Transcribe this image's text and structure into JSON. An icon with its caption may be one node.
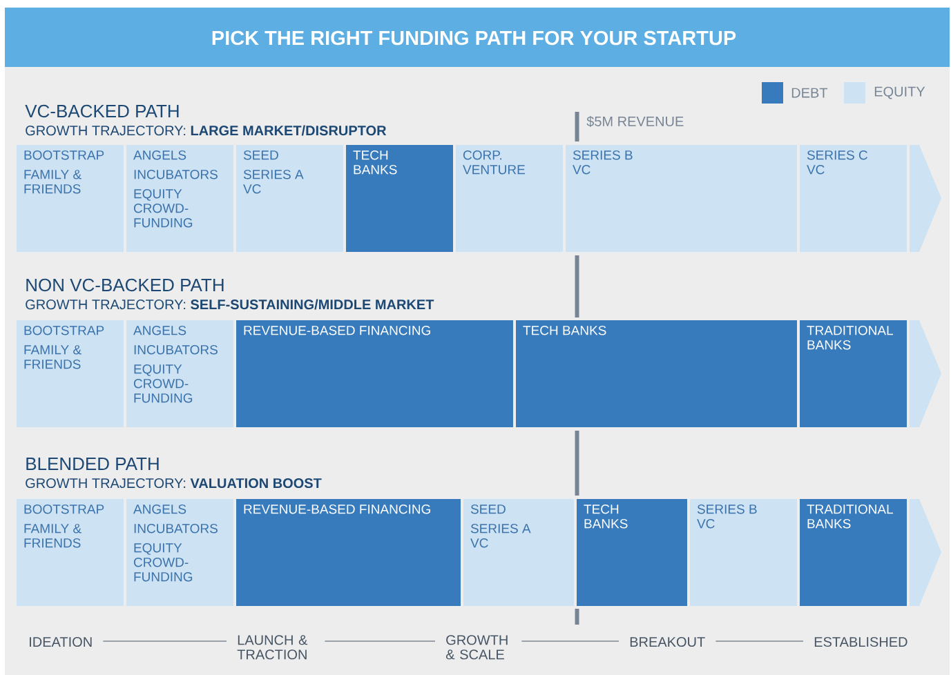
{
  "diagram": {
    "title": "PICK THE RIGHT FUNDING PATH FOR YOUR STARTUP",
    "nodes": [
      {
        "text": [
          "BOOTSTRAP",
          "FAMILY & FRIENDS"
        ]
      },
      {
        "text": [
          "ANGELS",
          "INCUBATORS",
          "EQUITY CROWD-FUNDING"
        ]
      },
      {
        "text": [
          "SEED",
          "SERIES A VC"
        ]
      },
      {
        "text": [
          "TECH BANKS"
        ]
      },
      {
        "text": [
          "CORP. VENTURE"
        ]
      },
      {
        "text": [
          "SERIES B VC"
        ]
      },
      {
        "text": [
          "SERIES C VC"
        ]
      },
      {
        "text": [
          "BOOTSTRAP",
          "FAMILY & FRIENDS"
        ]
      },
      {
        "text": [
          "ANGELS",
          "INCUBATORS",
          "EQUITY CROWD-FUNDING"
        ]
      },
      {
        "text": [
          "REVENUE-BASED FINANCING"
        ]
      },
      {
        "text": [
          "TECH BANKS"
        ]
      },
      {
        "text": [
          "TRADITIONAL BANKS"
        ]
      },
      {
        "text": [
          "BOOTSTRAP",
          "FAMILY & FRIENDS"
        ]
      },
      {
        "text": [
          "ANGELS",
          "INCUBATORS",
          "EQUITY CROWD-FUNDING"
        ]
      },
      {
        "text": [
          "REVENUE-BASED FINANCING"
        ]
      },
      {
        "text": [
          "SEED",
          "SERIES A VC"
        ]
      },
      {
        "text": [
          "TECH BANKS"
        ]
      },
      {
        "text": [
          "SERIES B VC"
        ]
      },
      {
        "text": [
          "TRADITIONAL BANKS"
        ]
      },
      {
        "text": [
          "IDEATION"
        ]
      },
      {
        "text": [
          "LAUNCH & TRACTION"
        ]
      },
      {
        "text": [
          "GROWTH & SCALE"
        ]
      },
      {
        "text": [
          "BREAKOUT"
        ]
      },
      {
        "text": [
          "ESTABLISHED"
        ]
      }
    ],
    "edges": [
      {
        "from": 19,
        "to": 20,
        "arrow": "none"
      },
      {
        "from": 20,
        "to": 21,
        "arrow": "none"
      },
      {
        "from": 21,
        "to": 22,
        "arrow": "none"
      },
      {
        "from": 22,
        "to": 23,
        "arrow": "none"
      }
    ],
    "labels": [
      "VC-BACKED PATH",
      "GROWTH TRAJECTORY: **LARGE MARKET/DISRUPTOR**",
      "$5M REVENUE",
      "NON VC-BACKED PATH",
      "GROWTH TRAJECTORY: **SELF-SUSTAINING/MIDDLE MARKET**",
      "BLENDED PATH",
      "GROWTH TRAJECTORY: **VALUATION BOOST**"
    ],
    "legend": [
      {
        "text": "DEBT",
        "color": "#377bbd"
      },
      {
        "text": "EQUITY",
        "color": "#cde2f2"
      }
    ]
  }
}
